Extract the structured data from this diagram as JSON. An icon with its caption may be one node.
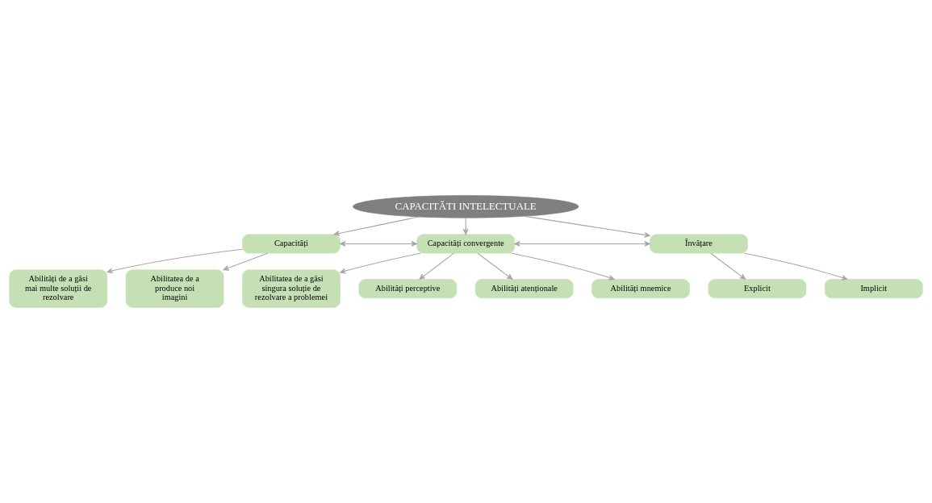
{
  "diagram": {
    "nodes": [
      {
        "text": [
          "CAPACITĂTI INTELECTUALE"
        ]
      },
      {
        "text": [
          "Capacități"
        ]
      },
      {
        "text": [
          "Capacități convergente"
        ]
      },
      {
        "text": [
          "Învățare"
        ]
      },
      {
        "text": [
          "Abilități de a găsi mai multe soluții de rezolvare"
        ]
      },
      {
        "text": [
          "Abilitatea de a produce noi imagini"
        ]
      },
      {
        "text": [
          "Abilitatea de a găsi singura soluție de rezolvare a problemei"
        ]
      },
      {
        "text": [
          "Abilități perceptive"
        ]
      },
      {
        "text": [
          "Abilități atenționale"
        ]
      },
      {
        "text": [
          "Abilități mnemice"
        ]
      },
      {
        "text": [
          "Explicit"
        ]
      },
      {
        "text": [
          "Implicit"
        ]
      }
    ],
    "edges": [
      {
        "from": 0,
        "to": 1,
        "arrow": "to"
      },
      {
        "from": 0,
        "to": 2,
        "arrow": "to"
      },
      {
        "from": 0,
        "to": 3,
        "arrow": "to"
      },
      {
        "from": 1,
        "to": 2,
        "arrow": "both"
      },
      {
        "from": 2,
        "to": 3,
        "arrow": "both"
      },
      {
        "from": 1,
        "to": 4,
        "arrow": "to"
      },
      {
        "from": 1,
        "to": 5,
        "arrow": "to"
      },
      {
        "from": 2,
        "to": 6,
        "arrow": "to"
      },
      {
        "from": 2,
        "to": 7,
        "arrow": "to"
      },
      {
        "from": 2,
        "to": 8,
        "arrow": "to"
      },
      {
        "from": 2,
        "to": 9,
        "arrow": "to"
      },
      {
        "from": 3,
        "to": 10,
        "arrow": "to"
      },
      {
        "from": 3,
        "to": 11,
        "arrow": "to"
      }
    ]
  }
}
